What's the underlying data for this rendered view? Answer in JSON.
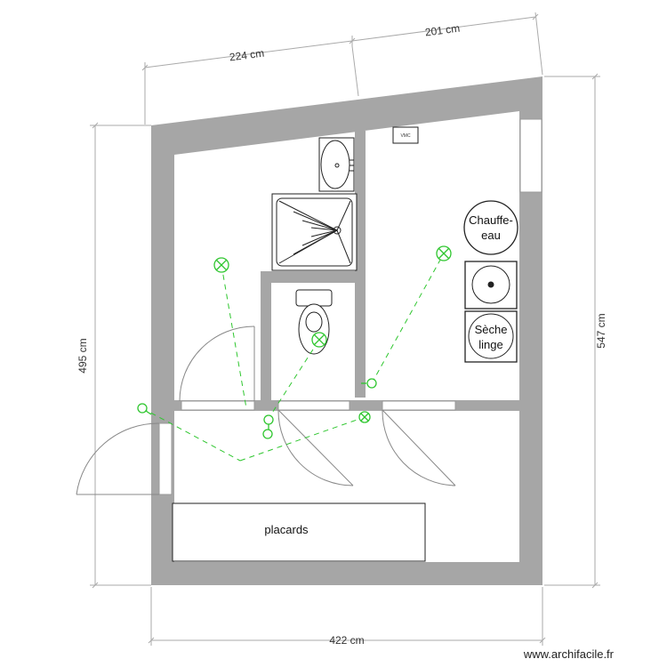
{
  "dimensions": {
    "top_left": "224 cm",
    "top_right": "201 cm",
    "left": "495 cm",
    "right": "547 cm",
    "bottom": "422 cm"
  },
  "labels": {
    "water_heater": [
      "Chauffe-",
      "eau"
    ],
    "dryer": [
      "Sèche",
      "linge"
    ],
    "cupboards": "placards",
    "vmc": "VMC"
  },
  "watermark": "www.archifacile.fr",
  "colors": {
    "wall": "#a6a6a6",
    "dimension_line": "#aaaaaa",
    "electric": "#2ec62e",
    "fixture_stroke": "#222222"
  },
  "icons": [
    "sink-icon",
    "shower-tray-icon",
    "toilet-icon",
    "washing-machine-icon",
    "ceiling-light-icon",
    "switch-icon",
    "door-swing-icon"
  ]
}
